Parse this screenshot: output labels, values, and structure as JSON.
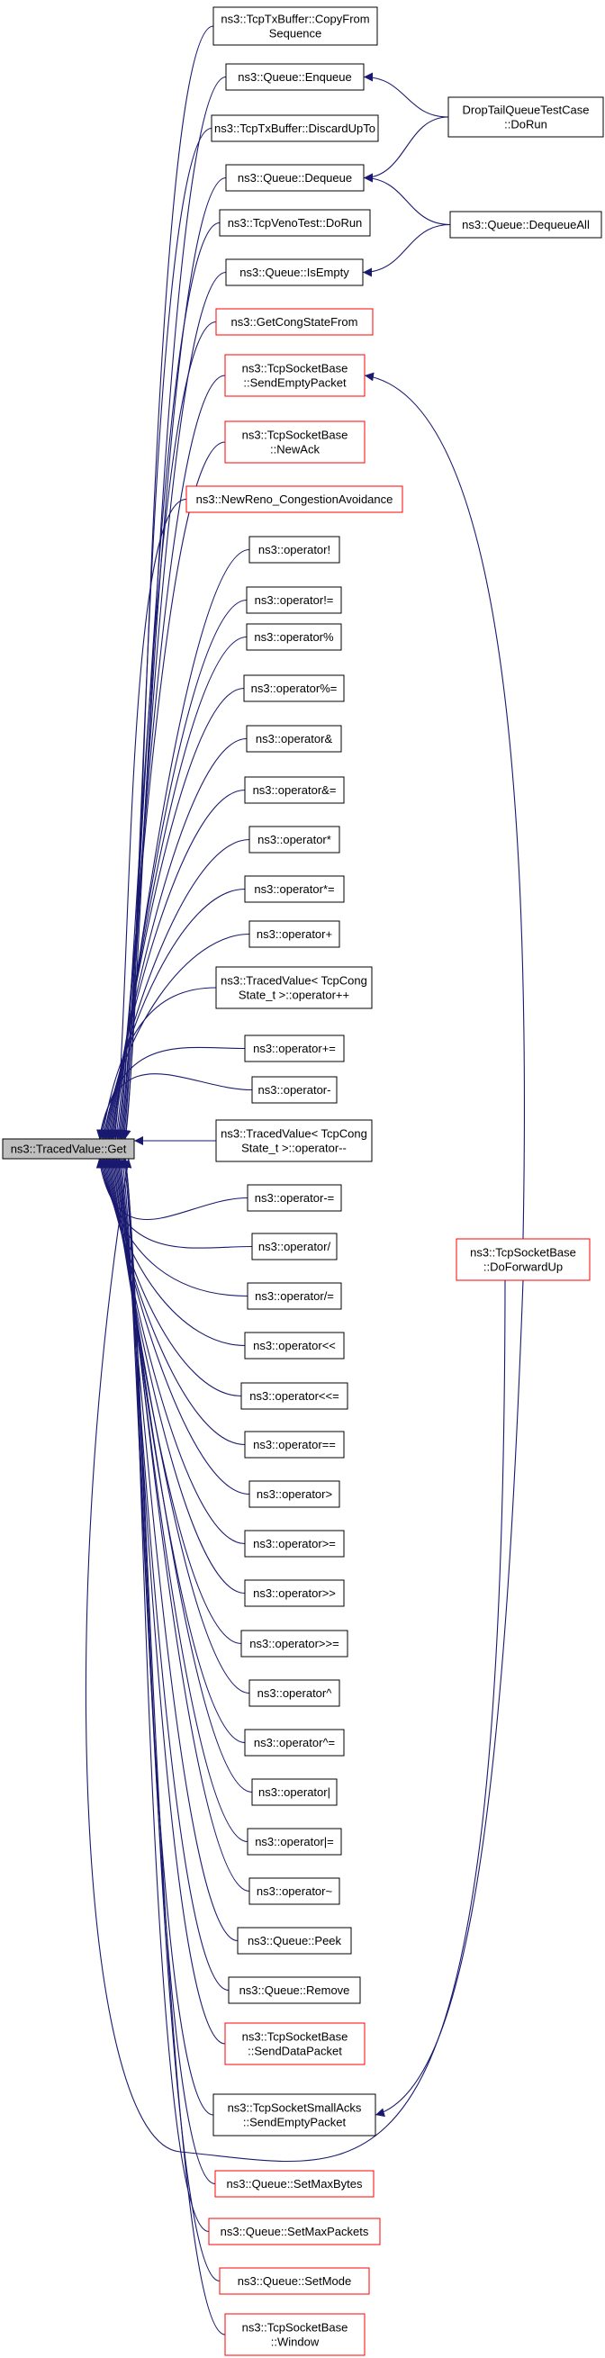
{
  "graph": {
    "root": {
      "label": "ns3::TracedValue::Get"
    },
    "callers": [
      {
        "id": "copyfrom",
        "lines": [
          "ns3::TcpTxBuffer::CopyFrom",
          "Sequence"
        ],
        "red": false
      },
      {
        "id": "enqueue",
        "lines": [
          "ns3::Queue::Enqueue"
        ],
        "red": false
      },
      {
        "id": "discardupto",
        "lines": [
          "ns3::TcpTxBuffer::DiscardUpTo"
        ],
        "red": false
      },
      {
        "id": "dequeue",
        "lines": [
          "ns3::Queue::Dequeue"
        ],
        "red": false
      },
      {
        "id": "vegasdorun",
        "lines": [
          "ns3::TcpVenoTest::DoRun"
        ],
        "red": false
      },
      {
        "id": "isempty",
        "lines": [
          "ns3::Queue::IsEmpty"
        ],
        "red": false
      },
      {
        "id": "getcongstatefrom",
        "lines": [
          "ns3::GetCongStateFrom"
        ],
        "red": true
      },
      {
        "id": "sendemptypacket",
        "lines": [
          "ns3::TcpSocketBase",
          "::SendEmptyPacket"
        ],
        "red": true
      },
      {
        "id": "newack",
        "lines": [
          "ns3::TcpSocketBase",
          "::NewAck"
        ],
        "red": true
      },
      {
        "id": "congavoid",
        "lines": [
          "ns3::NewReno_CongestionAvoidance"
        ],
        "red": true
      },
      {
        "id": "op-not",
        "lines": [
          "ns3::operator!"
        ],
        "red": false
      },
      {
        "id": "op-neq",
        "lines": [
          "ns3::operator!="
        ],
        "red": false
      },
      {
        "id": "op-mod",
        "lines": [
          "ns3::operator%"
        ],
        "red": false
      },
      {
        "id": "op-modeq",
        "lines": [
          "ns3::operator%="
        ],
        "red": false
      },
      {
        "id": "op-and",
        "lines": [
          "ns3::operator&"
        ],
        "red": false
      },
      {
        "id": "op-andeq",
        "lines": [
          "ns3::operator&="
        ],
        "red": false
      },
      {
        "id": "op-mul",
        "lines": [
          "ns3::operator*"
        ],
        "red": false
      },
      {
        "id": "op-muleq",
        "lines": [
          "ns3::operator*="
        ],
        "red": false
      },
      {
        "id": "op-plus",
        "lines": [
          "ns3::operator+"
        ],
        "red": false
      },
      {
        "id": "op-inc",
        "lines": [
          "ns3::TracedValue< TcpCong",
          "State_t >::operator++"
        ],
        "red": false
      },
      {
        "id": "op-pluseq",
        "lines": [
          "ns3::operator+="
        ],
        "red": false
      },
      {
        "id": "op-minus",
        "lines": [
          "ns3::operator-"
        ],
        "red": false
      },
      {
        "id": "op-dec",
        "lines": [
          "ns3::TracedValue< TcpCong",
          "State_t >::operator--"
        ],
        "red": false
      },
      {
        "id": "op-minuseq",
        "lines": [
          "ns3::operator-="
        ],
        "red": false
      },
      {
        "id": "op-div",
        "lines": [
          "ns3::operator/"
        ],
        "red": false
      },
      {
        "id": "op-diveq",
        "lines": [
          "ns3::operator/="
        ],
        "red": false
      },
      {
        "id": "op-shl",
        "lines": [
          "ns3::operator<<"
        ],
        "red": false
      },
      {
        "id": "op-shleq",
        "lines": [
          "ns3::operator<<="
        ],
        "red": false
      },
      {
        "id": "op-eq",
        "lines": [
          "ns3::operator=="
        ],
        "red": false
      },
      {
        "id": "op-gt",
        "lines": [
          "ns3::operator>"
        ],
        "red": false
      },
      {
        "id": "op-ge",
        "lines": [
          "ns3::operator>="
        ],
        "red": false
      },
      {
        "id": "op-shr",
        "lines": [
          "ns3::operator>>"
        ],
        "red": false
      },
      {
        "id": "op-shreq",
        "lines": [
          "ns3::operator>>="
        ],
        "red": false
      },
      {
        "id": "op-xor",
        "lines": [
          "ns3::operator^"
        ],
        "red": false
      },
      {
        "id": "op-xoreq",
        "lines": [
          "ns3::operator^="
        ],
        "red": false
      },
      {
        "id": "op-or",
        "lines": [
          "ns3::operator|"
        ],
        "red": false
      },
      {
        "id": "op-oreq",
        "lines": [
          "ns3::operator|="
        ],
        "red": false
      },
      {
        "id": "op-not-bit",
        "lines": [
          "ns3::operator~"
        ],
        "red": false
      },
      {
        "id": "peek",
        "lines": [
          "ns3::Queue::Peek"
        ],
        "red": false
      },
      {
        "id": "remove",
        "lines": [
          "ns3::Queue::Remove"
        ],
        "red": false
      },
      {
        "id": "senddatapacket",
        "lines": [
          "ns3::TcpSocketBase",
          "::SendDataPacket"
        ],
        "red": true
      },
      {
        "id": "smallacks",
        "lines": [
          "ns3::TcpSocketSmallAcks",
          "::SendEmptyPacket"
        ],
        "red": false
      },
      {
        "id": "setmaxbytes",
        "lines": [
          "ns3::Queue::SetMaxBytes"
        ],
        "red": true
      },
      {
        "id": "setmaxpackets",
        "lines": [
          "ns3::Queue::SetMaxPackets"
        ],
        "red": true
      },
      {
        "id": "setmode",
        "lines": [
          "ns3::Queue::SetMode"
        ],
        "red": true
      },
      {
        "id": "window",
        "lines": [
          "ns3::TcpSocketBase",
          "::Window"
        ],
        "red": true
      }
    ],
    "second_level": [
      {
        "id": "droptail",
        "lines": [
          "DropTailQueueTestCase",
          "::DoRun"
        ],
        "red": false
      },
      {
        "id": "dequeueall",
        "lines": [
          "ns3::Queue::DequeueAll"
        ],
        "red": false
      },
      {
        "id": "doforwardup",
        "lines": [
          "ns3::TcpSocketBase",
          "::DoForwardUp"
        ],
        "red": true
      }
    ],
    "edges": [
      {
        "from": "droptail",
        "to": "enqueue"
      },
      {
        "from": "droptail",
        "to": "dequeue"
      },
      {
        "from": "dequeueall",
        "to": "dequeue"
      },
      {
        "from": "dequeueall",
        "to": "isempty"
      },
      {
        "from": "doforwardup",
        "to": "sendemptypacket"
      },
      {
        "from": "doforwardup",
        "to": "smallacks"
      }
    ],
    "colors": {
      "edge": "#191970",
      "node_border": "#000000",
      "node_border_red": "#ff0000",
      "root_fill": "#bfbfbf",
      "node_fill": "#ffffff",
      "text": "#000000"
    }
  }
}
